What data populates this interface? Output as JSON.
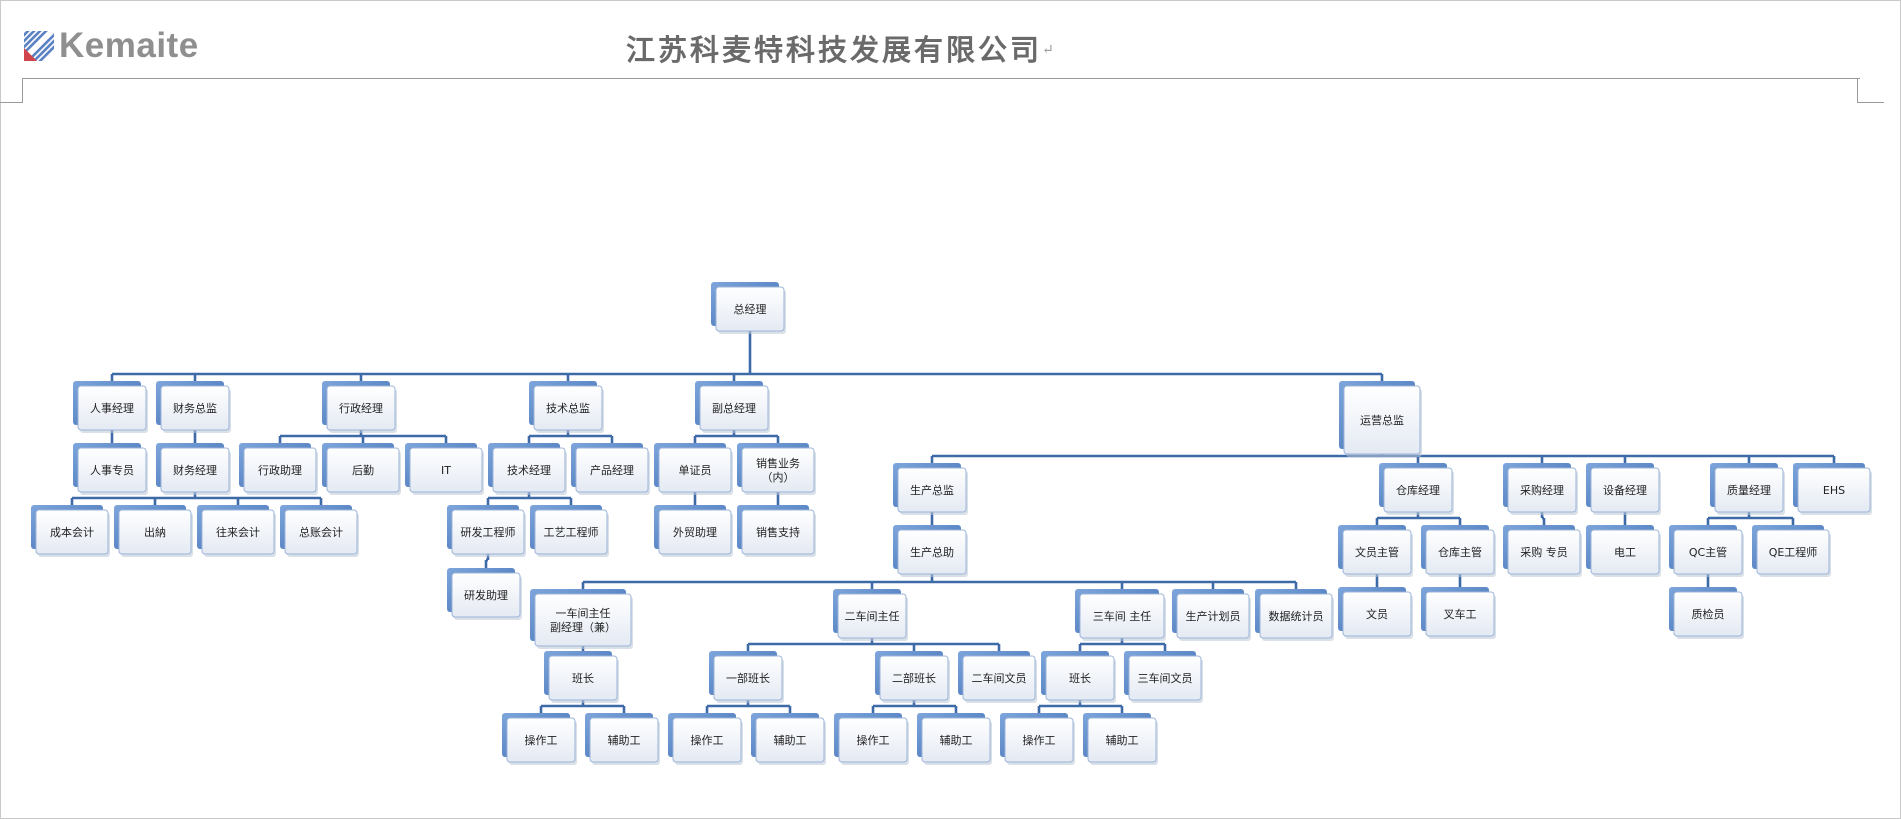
{
  "header": {
    "logo_text": "Kemaite",
    "company_name": "江苏科麦特科技发展有限公司",
    "return_mark": "↵",
    "colors": {
      "logo_text": "#8f8f8f",
      "logo_blue": "#5b82c4",
      "logo_red": "#d0454c",
      "title": "#6a6a6a"
    }
  },
  "org_chart": {
    "colors": {
      "connector": "#3e6aa8",
      "node_fill": "#eef2f8",
      "node_back": "#4f7fc2",
      "node_border": "#9bb4d8"
    },
    "nodes": [
      {
        "id": "gm",
        "label": "总经理"
      },
      {
        "id": "hr_mgr",
        "label": "人事经理",
        "parent": "gm"
      },
      {
        "id": "fin_dir",
        "label": "财务总监",
        "parent": "gm"
      },
      {
        "id": "adm_mgr",
        "label": "行政经理",
        "parent": "gm"
      },
      {
        "id": "tech_dir",
        "label": "技术总监",
        "parent": "gm"
      },
      {
        "id": "vgm",
        "label": "副总经理",
        "parent": "gm"
      },
      {
        "id": "ops_dir",
        "label": "运营总监",
        "parent": "gm"
      },
      {
        "id": "hr_spec",
        "label": "人事专员",
        "parent": "hr_mgr"
      },
      {
        "id": "fin_mgr",
        "label": "财务经理",
        "parent": "fin_dir"
      },
      {
        "id": "cost_acc",
        "label": "成本会计",
        "parent": "fin_mgr"
      },
      {
        "id": "cashier",
        "label": "出納",
        "parent": "fin_mgr"
      },
      {
        "id": "ar_acc",
        "label": "往来会计",
        "parent": "fin_mgr"
      },
      {
        "id": "gl_acc",
        "label": "总账会计",
        "parent": "fin_mgr"
      },
      {
        "id": "adm_asst",
        "label": "行政助理",
        "parent": "adm_mgr"
      },
      {
        "id": "logistics",
        "label": "后勤",
        "parent": "adm_mgr"
      },
      {
        "id": "it",
        "label": "IT",
        "parent": "adm_mgr"
      },
      {
        "id": "tech_mgr",
        "label": "技术经理",
        "parent": "tech_dir"
      },
      {
        "id": "prod_mgr",
        "label": "产品经理",
        "parent": "tech_dir"
      },
      {
        "id": "rd_eng",
        "label": "研发工程师",
        "parent": "tech_mgr"
      },
      {
        "id": "proc_eng",
        "label": "工艺工程师",
        "parent": "tech_mgr"
      },
      {
        "id": "rd_asst",
        "label": "研发助理",
        "parent": "rd_eng"
      },
      {
        "id": "doc_clerk",
        "label": "单证员",
        "parent": "vgm"
      },
      {
        "id": "sales_in",
        "label": "销售业务\n（内）",
        "parent": "vgm"
      },
      {
        "id": "trade_asst",
        "label": "外贸助理",
        "parent": "doc_clerk"
      },
      {
        "id": "sales_sup",
        "label": "销售支持",
        "parent": "sales_in"
      },
      {
        "id": "prod_dir",
        "label": "生产总监",
        "parent": "ops_dir"
      },
      {
        "id": "wh_mgr",
        "label": "仓库经理",
        "parent": "ops_dir"
      },
      {
        "id": "pur_mgr",
        "label": "采购经理",
        "parent": "ops_dir"
      },
      {
        "id": "eq_mgr",
        "label": "设备经理",
        "parent": "ops_dir"
      },
      {
        "id": "qa_mgr",
        "label": "质量经理",
        "parent": "ops_dir"
      },
      {
        "id": "ehs",
        "label": "EHS",
        "parent": "ops_dir"
      },
      {
        "id": "prod_asst",
        "label": "生产总助",
        "parent": "prod_dir"
      },
      {
        "id": "ws1_head",
        "label": "一车间主任\n副经理（兼）",
        "parent": "prod_asst"
      },
      {
        "id": "ws2_head",
        "label": "二车间主任",
        "parent": "prod_asst"
      },
      {
        "id": "ws3_head",
        "label": "三车间 主任",
        "parent": "prod_asst"
      },
      {
        "id": "planner",
        "label": "生产计划员",
        "parent": "prod_asst"
      },
      {
        "id": "stats",
        "label": "数据统计员",
        "parent": "prod_asst"
      },
      {
        "id": "ws1_lead",
        "label": "班长",
        "parent": "ws1_head"
      },
      {
        "id": "ws1_op",
        "label": "操作工",
        "parent": "ws1_lead"
      },
      {
        "id": "ws1_aux",
        "label": "辅助工",
        "parent": "ws1_lead"
      },
      {
        "id": "ws2_lead1",
        "label": "一部班长",
        "parent": "ws2_head"
      },
      {
        "id": "ws2_lead2",
        "label": "二部班长",
        "parent": "ws2_head"
      },
      {
        "id": "ws2_clerk",
        "label": "二车间文员",
        "parent": "ws2_head"
      },
      {
        "id": "ws2_op1",
        "label": "操作工",
        "parent": "ws2_lead1"
      },
      {
        "id": "ws2_aux1",
        "label": "辅助工",
        "parent": "ws2_lead1"
      },
      {
        "id": "ws2_op2",
        "label": "操作工",
        "parent": "ws2_lead2"
      },
      {
        "id": "ws2_aux2",
        "label": "辅助工",
        "parent": "ws2_lead2"
      },
      {
        "id": "ws3_lead",
        "label": "班长",
        "parent": "ws3_head"
      },
      {
        "id": "ws3_clerk",
        "label": "三车间文员",
        "parent": "ws3_head"
      },
      {
        "id": "ws3_op",
        "label": "操作工",
        "parent": "ws3_lead"
      },
      {
        "id": "ws3_aux",
        "label": "辅助工",
        "parent": "ws3_lead"
      },
      {
        "id": "wh_clerk_sup",
        "label": "文员主管",
        "parent": "wh_mgr"
      },
      {
        "id": "wh_sup",
        "label": "仓库主管",
        "parent": "wh_mgr"
      },
      {
        "id": "wh_clerk",
        "label": "文员",
        "parent": "wh_clerk_sup"
      },
      {
        "id": "forklift",
        "label": "叉车工",
        "parent": "wh_sup"
      },
      {
        "id": "pur_spec",
        "label": "采购 专员",
        "parent": "pur_mgr"
      },
      {
        "id": "electrician",
        "label": "电工",
        "parent": "eq_mgr"
      },
      {
        "id": "qc_sup",
        "label": "QC主管",
        "parent": "qa_mgr"
      },
      {
        "id": "qe_eng",
        "label": "QE工程师",
        "parent": "qa_mgr"
      },
      {
        "id": "inspector",
        "label": "质检员",
        "parent": "qc_sup"
      }
    ]
  }
}
